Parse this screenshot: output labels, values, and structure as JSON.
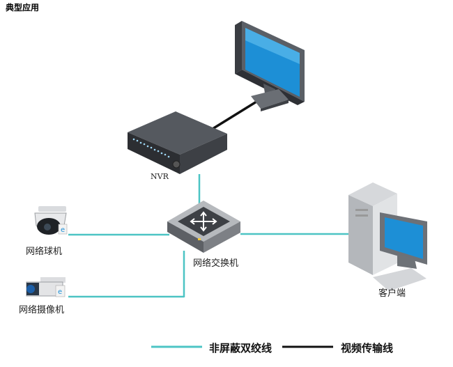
{
  "header": {
    "title": "典型应用"
  },
  "nodes": {
    "nvr": "NVR",
    "switch": "网络交换机",
    "dome_camera": "网络球机",
    "box_camera": "网络摄像机",
    "client": "客户端"
  },
  "legend": {
    "utp": "非屏蔽双绞线",
    "video": "视频传输线"
  },
  "colors": {
    "utp_line": "#4cc4c4",
    "video_line": "#111111",
    "screen": "#1d8fd6"
  }
}
